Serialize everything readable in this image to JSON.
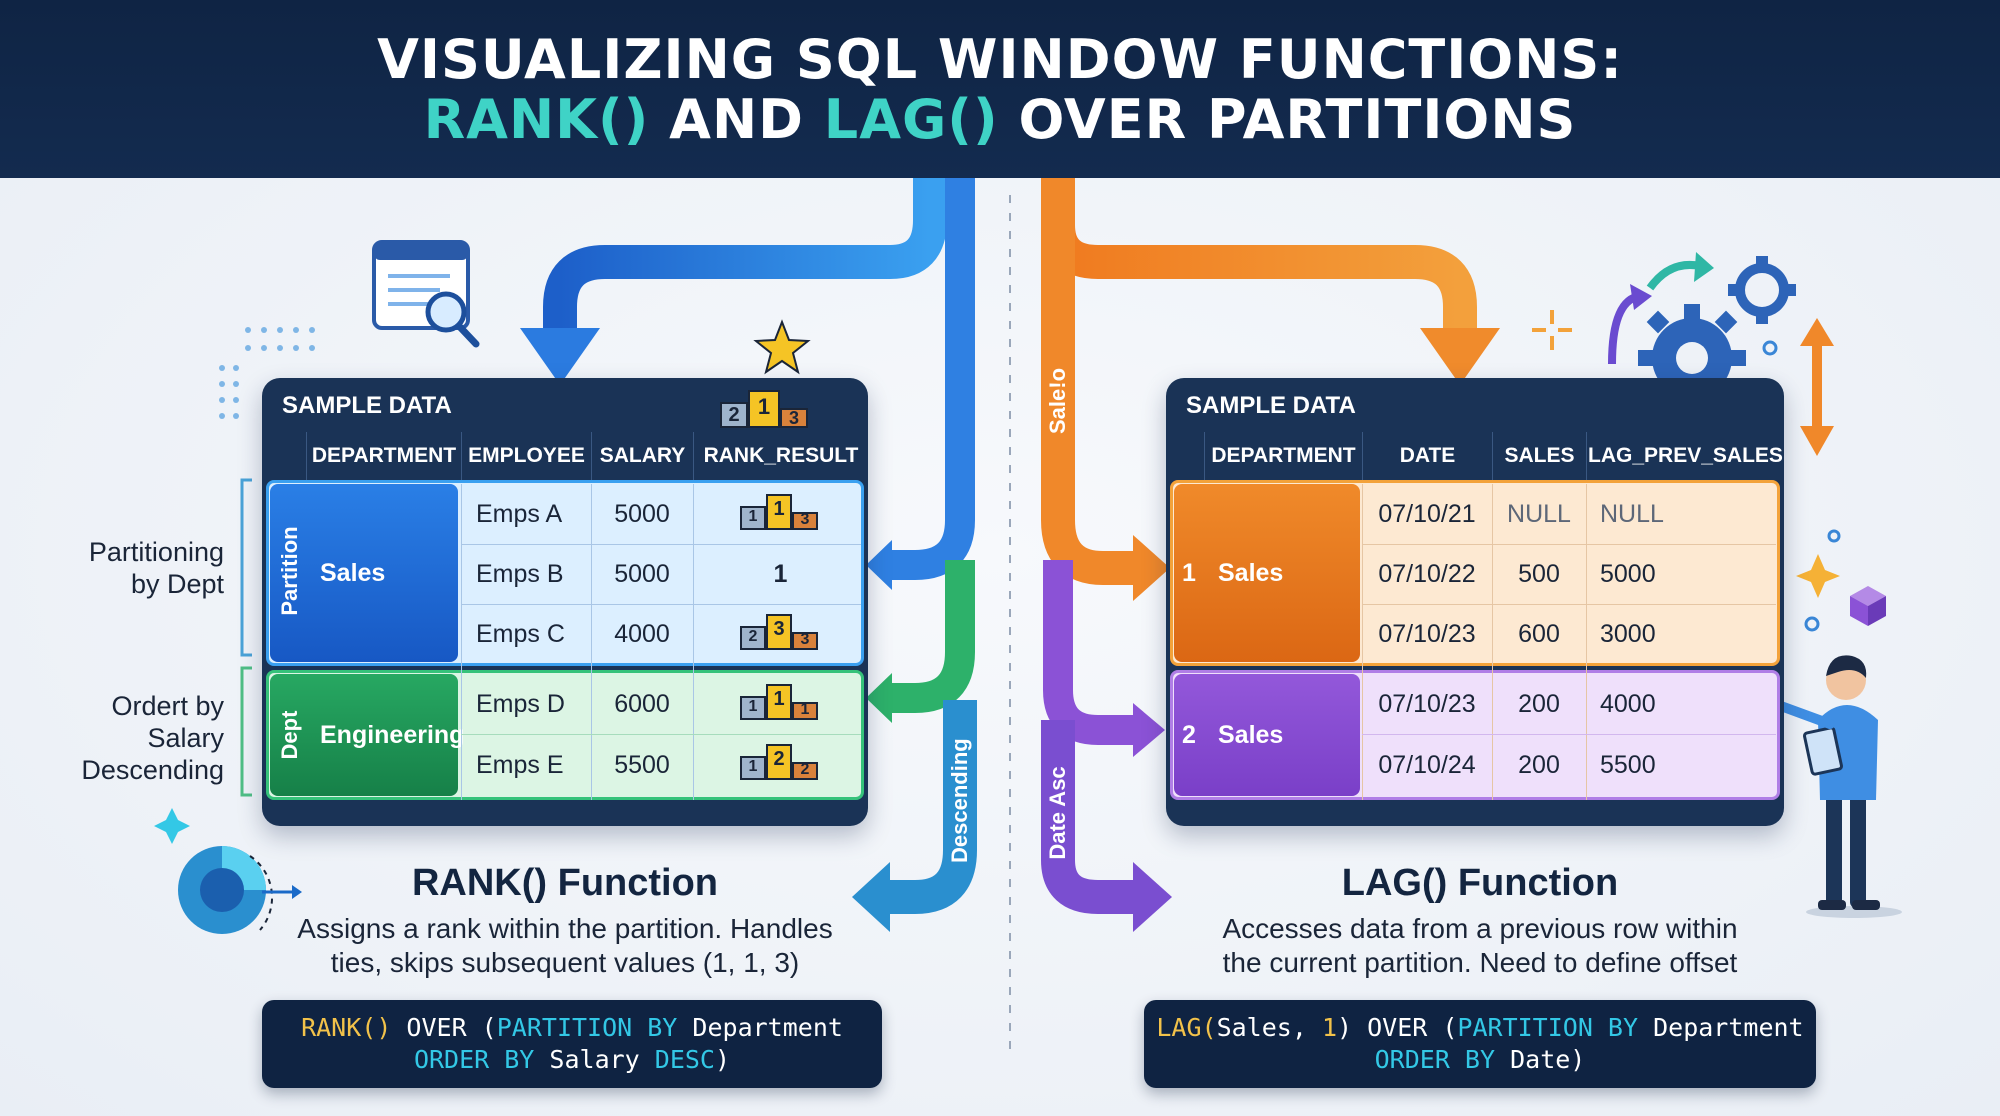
{
  "title": {
    "line1": "VISUALIZING SQL WINDOW FUNCTIONS:",
    "line2_part1": "RANK()",
    "line2_part2": " AND ",
    "line2_part3": "LAG()",
    "line2_part4": " OVER PARTITIONS"
  },
  "rank": {
    "card_title": "SAMPLE DATA",
    "columns": [
      "DEPARTMENT",
      "EMPLOYEE",
      "SALARY",
      "RANK_RESULT"
    ],
    "groups": [
      {
        "vertical_label": "Partition",
        "department": "Sales",
        "color": "#1f6fd6",
        "row_bg": "#dcefff"
      },
      {
        "vertical_label": "Dept",
        "department": "Engineering",
        "color": "#1f9a58",
        "row_bg": "#dcf5e4"
      }
    ],
    "rows": [
      {
        "employee": "Emps A",
        "salary": "5000",
        "rank_display": "podium",
        "podium": [
          "1",
          "1",
          "3"
        ]
      },
      {
        "employee": "Emps B",
        "salary": "5000",
        "rank_display": "text",
        "rank": "1"
      },
      {
        "employee": "Emps C",
        "salary": "4000",
        "rank_display": "podium",
        "podium": [
          "2",
          "3",
          "3"
        ]
      },
      {
        "employee": "Emps D",
        "salary": "6000",
        "rank_display": "podium",
        "podium": [
          "1",
          "1",
          "1"
        ]
      },
      {
        "employee": "Emps E",
        "salary": "5500",
        "rank_display": "podium",
        "podium": [
          "1",
          "2",
          "2"
        ]
      }
    ],
    "header_podium": [
      "2",
      "1",
      "3"
    ],
    "side_label_1": [
      "Partitioning",
      "by Dept"
    ],
    "side_label_2": [
      "Ordert by",
      "Salary Descending"
    ],
    "flow_label": "Descending",
    "fn_title": "RANK() Function",
    "fn_desc": [
      "Assigns a rank within the partition. Handles",
      "ties, skips subsequent values (1, 1, 3)"
    ],
    "code": {
      "l1_fn": "RANK()",
      "l1_kw1": " OVER (",
      "l1_kw2": "PARTITION BY",
      "l1_rest": " Department",
      "l2_kw": "ORDER BY",
      "l2_mid": " Salary ",
      "l2_kw2": "DESC",
      "l2_end": ")"
    }
  },
  "lag": {
    "card_title": "SAMPLE DATA",
    "columns": [
      "DEPARTMENT",
      "DATE",
      "SALES",
      "LAG_PREV_SALES"
    ],
    "groups": [
      {
        "num": "1",
        "department": "Sales",
        "color": "#ea7a1e",
        "row_bg": "#fde9d2"
      },
      {
        "num": "2",
        "department": "Sales",
        "color": "#8a4fd0",
        "row_bg": "#efe0fb"
      }
    ],
    "rows": [
      {
        "date": "07/10/21",
        "sales": "NULL",
        "lag": "NULL"
      },
      {
        "date": "07/10/22",
        "sales": "500",
        "lag": "5000"
      },
      {
        "date": "07/10/23",
        "sales": "600",
        "lag": "3000"
      },
      {
        "date": "07/10/23",
        "sales": "200",
        "lag": "4000"
      },
      {
        "date": "07/10/24",
        "sales": "200",
        "lag": "5500"
      }
    ],
    "flow_label_1": "Sale!o",
    "flow_label_2": "Date Asc",
    "fn_title": "LAG() Function",
    "fn_desc": [
      "Accesses data from a previous row within",
      "the current partition. Need to define offset"
    ],
    "code": {
      "l1_fn": "LAG(",
      "l1_mid": "Sales, ",
      "l1_num": "1",
      "l1_end": ") OVER (",
      "l1_kw": "PARTITION BY",
      "l1_rest": " Department",
      "l2_kw": "ORDER BY",
      "l2_rest": " Date)"
    }
  },
  "colors": {
    "header_bg": "#0f2444",
    "accent_teal": "#3fd3c6",
    "blue_flow": "#2f7fe0",
    "green_flow": "#2db16a",
    "orange_flow": "#f0882a",
    "purple_flow": "#8b52d6"
  },
  "icons": [
    "document-search-icon",
    "star-icon",
    "podium-icon",
    "gear-icon",
    "sparkle-icon",
    "cube-icon",
    "analyst-person-icon",
    "pie-chart-icon"
  ]
}
